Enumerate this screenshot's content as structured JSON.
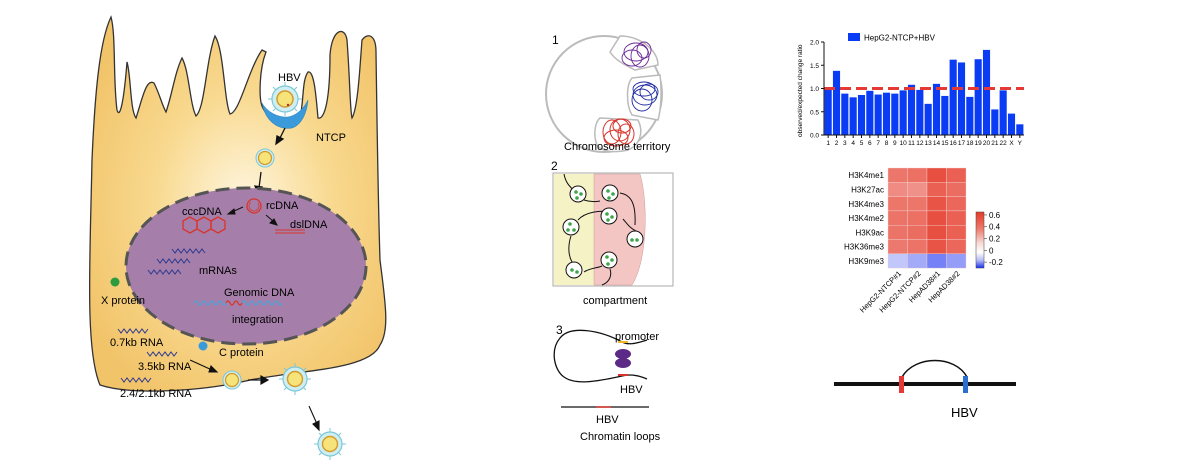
{
  "cell": {
    "labels": {
      "hbv_top": "HBV",
      "ntcp": "NTCP",
      "cccdna": "cccDNA",
      "rcdna": "rcDNA",
      "dsldna": "dslDNA",
      "mrnas": "mRNAs",
      "x_protein": "X protein",
      "genomic_dna": "Genomic DNA",
      "integration": "integration",
      "rna_07": "0.7kb RNA",
      "rna_35": "3.5kb RNA",
      "rna_24": "2.4/2.1kb RNA",
      "c_protein": "C protein"
    },
    "colors": {
      "cytoplasm": "#f2c46a",
      "nucleus": "#a07ba5",
      "ntcp": "#3b9ad9",
      "x_protein": "#2e9a3e",
      "c_protein": "#3b9ad9",
      "rna": "#2f3a8f",
      "dna_red": "#d9342b"
    }
  },
  "panels": {
    "p1": {
      "number": "1",
      "caption": "Chromosome territory"
    },
    "p2": {
      "number": "2",
      "caption": "compartment"
    },
    "p3": {
      "number": "3",
      "promoter": "promoter",
      "hbv_loop": "HBV",
      "hbv_linear": "HBV",
      "caption": "Chromatin loops"
    }
  },
  "loop_diagram": {
    "label": "HBV"
  },
  "chart_data": [
    {
      "type": "bar",
      "title": "",
      "legend": [
        "HepG2-NTCP+HBV"
      ],
      "legend_position": "top-left",
      "xlabel": "",
      "ylabel": "observed/expected change ratio",
      "ylim": [
        0,
        2.0
      ],
      "yticks": [
        "0.0",
        "0.5",
        "1.0",
        "1.5",
        "2.0"
      ],
      "categories": [
        "1",
        "2",
        "3",
        "4",
        "5",
        "6",
        "7",
        "8",
        "9",
        "10",
        "11",
        "12",
        "13",
        "14",
        "15",
        "16",
        "17",
        "18",
        "19",
        "20",
        "21",
        "22",
        "X",
        "Y"
      ],
      "values": [
        0.98,
        1.38,
        0.89,
        0.81,
        0.86,
        0.95,
        0.87,
        0.91,
        0.89,
        0.96,
        1.08,
        0.97,
        0.67,
        1.1,
        0.84,
        1.62,
        1.56,
        0.82,
        1.63,
        1.83,
        0.55,
        0.96,
        0.46,
        0.23
      ],
      "reference_line": 1.0,
      "colors": {
        "bar": "#0a3cf5",
        "reference": "#e53935"
      }
    },
    {
      "type": "heatmap",
      "rows": [
        "H3K4me1",
        "H3K27ac",
        "H3K4me3",
        "H3K4me2",
        "H3K9ac",
        "H3K36me3",
        "H3K9me3"
      ],
      "columns": [
        "HepG2-NTCP#1",
        "HepG2-NTCP#2",
        "HepAD38#1",
        "HepAD38#2"
      ],
      "values": [
        [
          0.45,
          0.47,
          0.58,
          0.52
        ],
        [
          0.38,
          0.36,
          0.52,
          0.48
        ],
        [
          0.45,
          0.45,
          0.56,
          0.5
        ],
        [
          0.46,
          0.47,
          0.58,
          0.52
        ],
        [
          0.46,
          0.48,
          0.58,
          0.52
        ],
        [
          0.44,
          0.46,
          0.56,
          0.5
        ],
        [
          -0.08,
          -0.12,
          -0.18,
          -0.14
        ]
      ],
      "colorbar": {
        "ticks": [
          "0.6",
          "0.4",
          "0.2",
          "0",
          "-0.2"
        ],
        "range": [
          -0.3,
          0.65
        ]
      }
    }
  ]
}
